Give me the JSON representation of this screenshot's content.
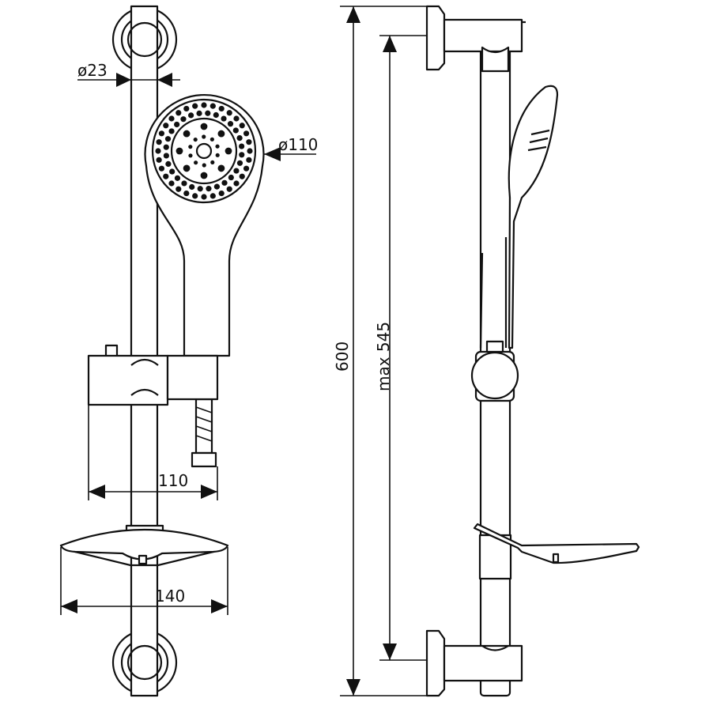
{
  "drawing": {
    "views": [
      "front-view",
      "side-view"
    ],
    "dimensions": {
      "rail_diameter": "ø23",
      "head_diameter": "ø110",
      "slider_width": "110",
      "soap_dish_width": "140",
      "total_height": "600",
      "bracket_spacing": "max 545"
    },
    "colors": {
      "line": "#111111",
      "background": "#ffffff"
    }
  }
}
